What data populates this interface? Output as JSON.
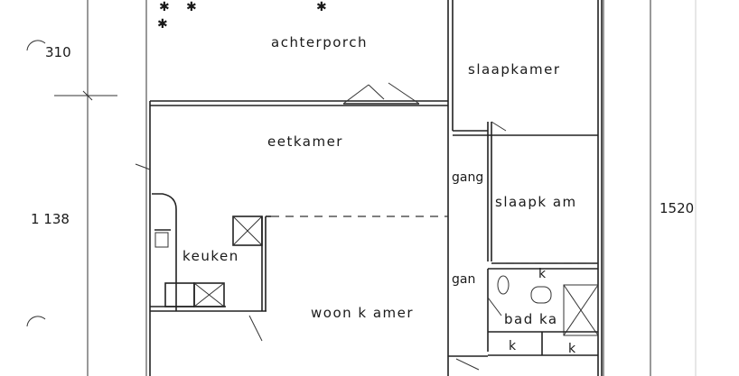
{
  "rooms": {
    "achterporch": "achterporch",
    "slaapkamer_1": "slaapkamer",
    "eetkamer": "eetkamer",
    "gang": "gang",
    "slaapkamer_2": "slaapk am",
    "keuken": "keuken",
    "woonkamer": "woon k amer",
    "gan": "gan",
    "badkamer": "bad ka",
    "k_top": "k",
    "k_bottom_left": "k",
    "k_bottom_right": "k"
  },
  "dimensions": {
    "top_left": "310",
    "mid_left": "1 138",
    "right": "1520"
  }
}
